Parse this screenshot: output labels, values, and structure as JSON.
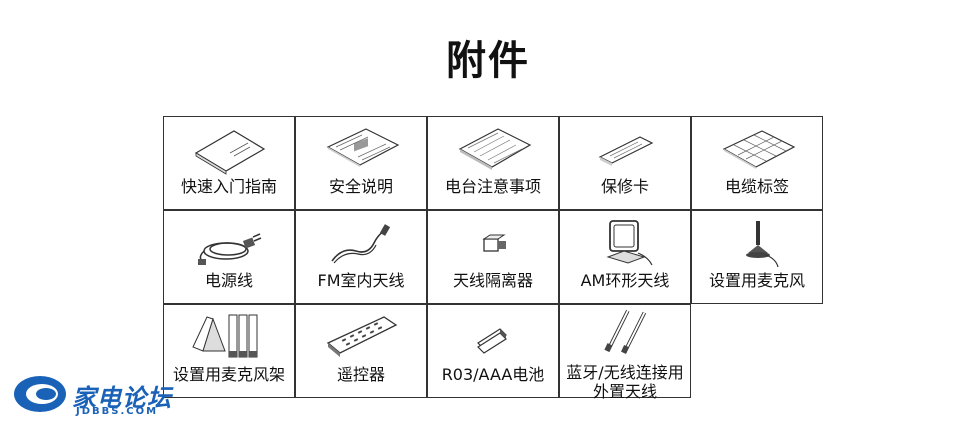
{
  "title": "附件",
  "items": [
    {
      "label": "快速入门指南",
      "icon": "booklet-icon"
    },
    {
      "label": "安全说明",
      "icon": "document-sheet-icon"
    },
    {
      "label": "电台注意事项",
      "icon": "document-pages-icon"
    },
    {
      "label": "保修卡",
      "icon": "warranty-card-icon"
    },
    {
      "label": "电缆标签",
      "icon": "cable-label-sheet-icon"
    },
    {
      "label": "电源线",
      "icon": "power-cord-icon"
    },
    {
      "label": "FM室内天线",
      "icon": "fm-antenna-icon"
    },
    {
      "label": "天线隔离器",
      "icon": "antenna-isolator-icon"
    },
    {
      "label": "AM环形天线",
      "icon": "am-loop-antenna-icon"
    },
    {
      "label": "设置用麦克风",
      "icon": "setup-microphone-icon"
    },
    {
      "label": "设置用麦克风架",
      "icon": "microphone-stand-icon"
    },
    {
      "label": "遥控器",
      "icon": "remote-control-icon"
    },
    {
      "label": "R03/AAA电池",
      "icon": "aaa-battery-icon"
    },
    {
      "label": "蓝牙/无线连接用外置天线",
      "icon": "external-antenna-icon"
    }
  ],
  "watermark": {
    "brand": "家电论坛",
    "site": "JDBBS.COM"
  }
}
